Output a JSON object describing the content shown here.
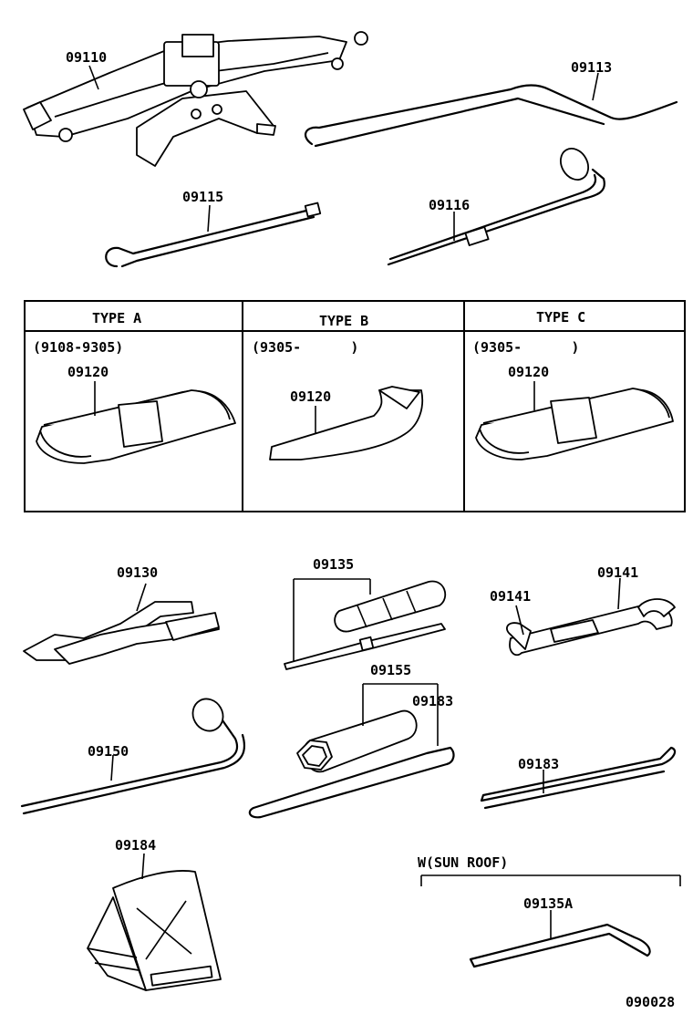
{
  "labels": {
    "p09110": "09110",
    "p09113": "09113",
    "p09115": "09115",
    "p09116": "09116",
    "p09130": "09130",
    "p09135": "09135",
    "p09141a": "09141",
    "p09141b": "09141",
    "p09150": "09150",
    "p09155": "09155",
    "p09183a": "09183",
    "p09183b": "09183",
    "p09184": "09184",
    "p09135A": "09135A"
  },
  "table": {
    "col_a": {
      "header": "TYPE A",
      "period": "(9108-9305)",
      "part": "09120"
    },
    "col_b": {
      "header": "TYPE B",
      "period": "(9305-      )",
      "part": "09120"
    },
    "col_c": {
      "header": "TYPE C",
      "period": "(9305-      )",
      "part": "09120"
    }
  },
  "sunroof_note": "W(SUN ROOF)",
  "drawing_number": "090028"
}
